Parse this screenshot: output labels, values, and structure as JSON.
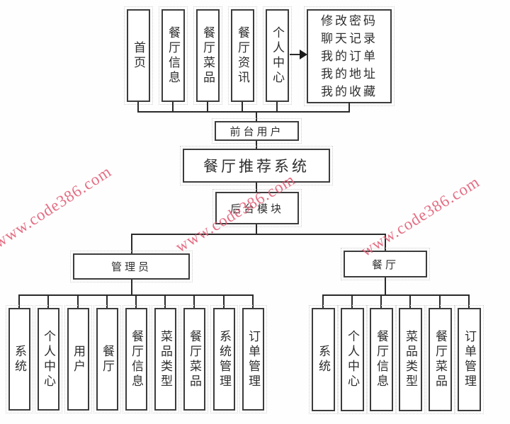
{
  "diagram": {
    "title": "餐厅推荐系统",
    "front_user": "前台用户",
    "backend_module": "后台模块",
    "top_row": {
      "labels": [
        "首页",
        "餐厅信息",
        "餐厅菜品",
        "餐厅资讯",
        "个人中心"
      ]
    },
    "detail_box": {
      "lines": [
        "修改密码",
        "聊天记录",
        "我的订单",
        "我的地址",
        "我的收藏"
      ]
    },
    "branches": {
      "admin": {
        "label": "管理员",
        "children": [
          "系统",
          "个人中心",
          "用户",
          "餐厅",
          "餐厅信息",
          "菜品类型",
          "餐厅菜品",
          "系统管理",
          "订单管理"
        ]
      },
      "restaurant": {
        "label": "餐厅",
        "children": [
          "系统",
          "个人中心",
          "餐厅信息",
          "菜品类型",
          "餐厅菜品",
          "订单管理"
        ]
      }
    }
  },
  "watermark": {
    "text": "www.code386.com",
    "color": "#e25b74"
  }
}
